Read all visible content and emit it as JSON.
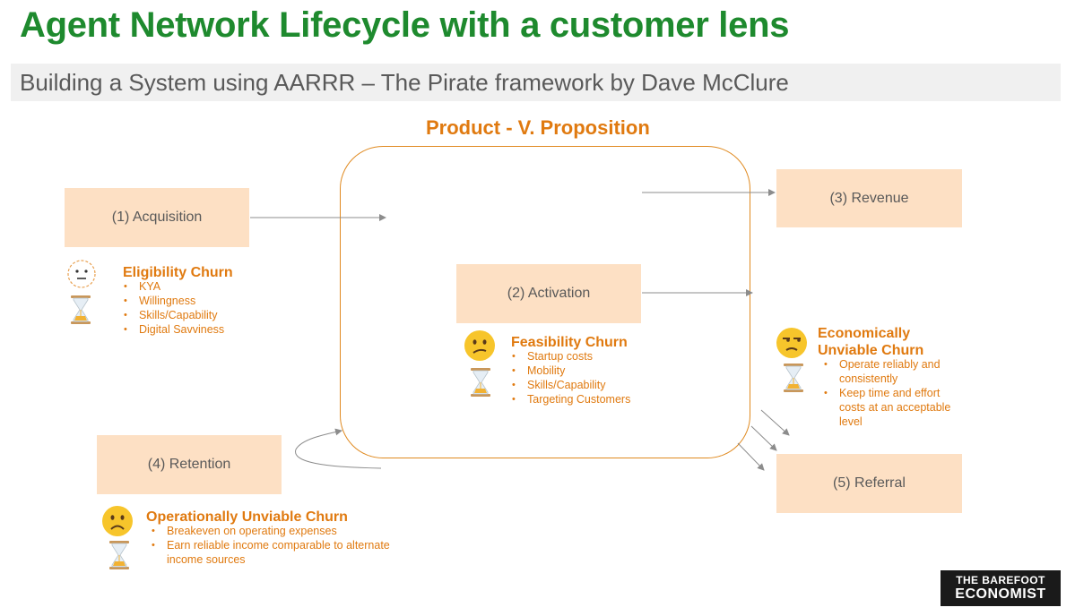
{
  "title": "Agent Network Lifecycle with a customer lens",
  "subtitle": "Building a System using AARRR – The Pirate framework by Dave McClure",
  "product_title": "Product - V. Proposition",
  "stages": {
    "acquisition": "(1) Acquisition",
    "activation": "(2) Activation",
    "revenue": "(3) Revenue",
    "retention": "(4) Retention",
    "referral": "(5) Referral"
  },
  "churns": {
    "eligibility": {
      "title": "Eligibility Churn",
      "items": [
        "KYA",
        "Willingness",
        "Skills/Capability",
        "Digital Savviness"
      ]
    },
    "feasibility": {
      "title": "Feasibility Churn",
      "items": [
        "Startup costs",
        "Mobility",
        "Skills/Capability",
        "Targeting Customers"
      ]
    },
    "economic": {
      "title_line1": "Economically",
      "title_line2": "Unviable Churn",
      "items": [
        "Operate reliably and consistently",
        "Keep time and effort costs at an acceptable level"
      ]
    },
    "operational": {
      "title": "Operationally Unviable Churn",
      "items": [
        "Breakeven on operating expenses",
        "Earn reliable income comparable to alternate income sources"
      ]
    }
  },
  "logo": {
    "line1": "THE BAREFOOT",
    "line2": "ECONOMIST"
  },
  "colors": {
    "title_green": "#1e8a2e",
    "accent_orange": "#e07a10",
    "stage_fill": "#fde0c4",
    "arrow_gray": "#8c8c8c"
  },
  "icons": [
    "neutral-face-icon",
    "confused-face-icon",
    "unamused-face-icon",
    "frowning-face-icon",
    "hourglass-icon"
  ]
}
